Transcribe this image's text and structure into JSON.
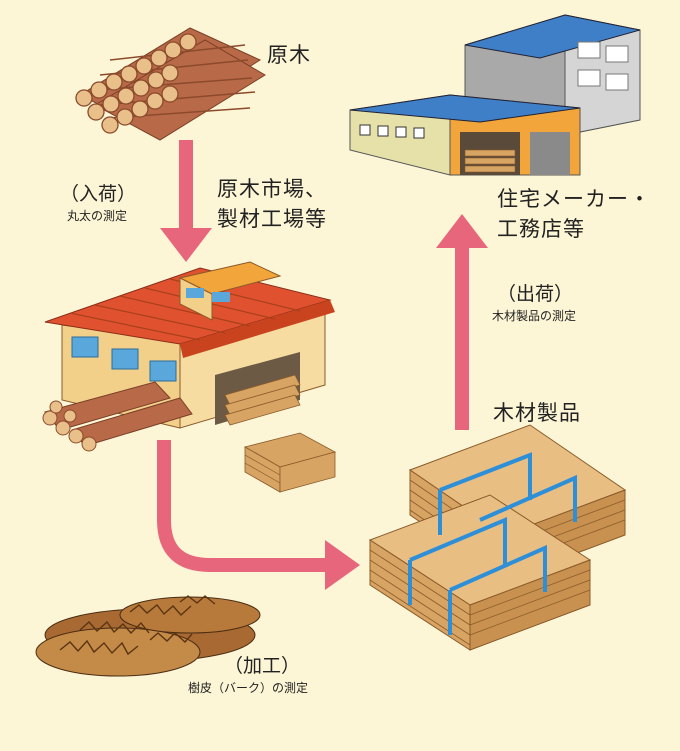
{
  "labels": {
    "logs": "原木",
    "market": [
      "原木市場、",
      "製材工場等"
    ],
    "arrival": {
      "title": "（入荷）",
      "desc": "丸太の測定"
    },
    "processing": {
      "title": "（加工）",
      "desc": "樹皮（バーク）の測定"
    },
    "products": "木材製品",
    "shipping": {
      "title": "（出荷）",
      "desc": "木材製品の測定"
    },
    "builder": [
      "住宅メーカー・",
      "工務店等"
    ]
  },
  "colors": {
    "background": "#fdf6d6",
    "arrow": "#e8667c",
    "roof": "#e0522f",
    "wall": "#f3d08a",
    "window": "#5aa7dc",
    "log": "#b86a48",
    "log_end": "#e9c08a",
    "lumber": "#d8a463",
    "band": "#2e8fd9",
    "bark": "#a86a32"
  }
}
